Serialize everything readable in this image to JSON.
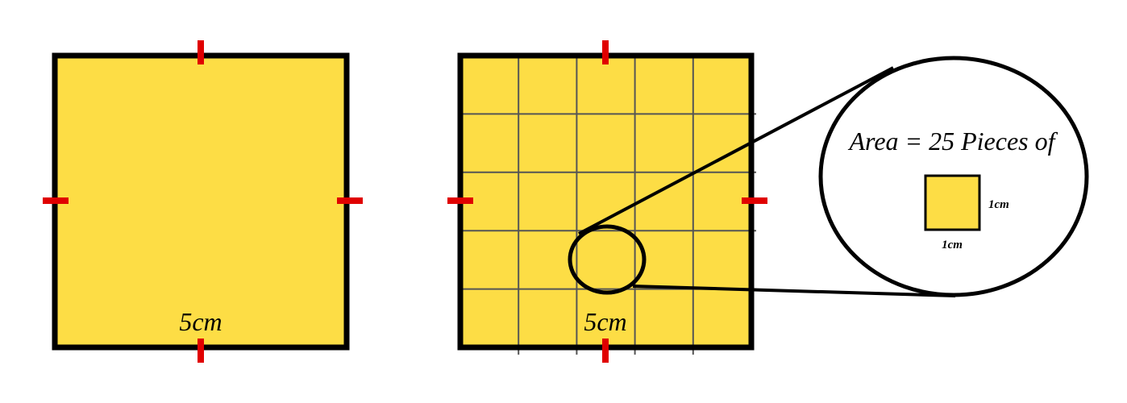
{
  "colors": {
    "fill": "#FDDD45",
    "border": "#000000",
    "tick": "#E00000",
    "background": "#FFFFFF"
  },
  "left_square": {
    "side_label": "5cm"
  },
  "right_square": {
    "side_label": "5cm",
    "grid_divisions": 5
  },
  "zoom": {
    "area_text": "Area = 25 Pieces of",
    "unit_side_label": "1cm",
    "unit_bottom_label": "1cm"
  }
}
